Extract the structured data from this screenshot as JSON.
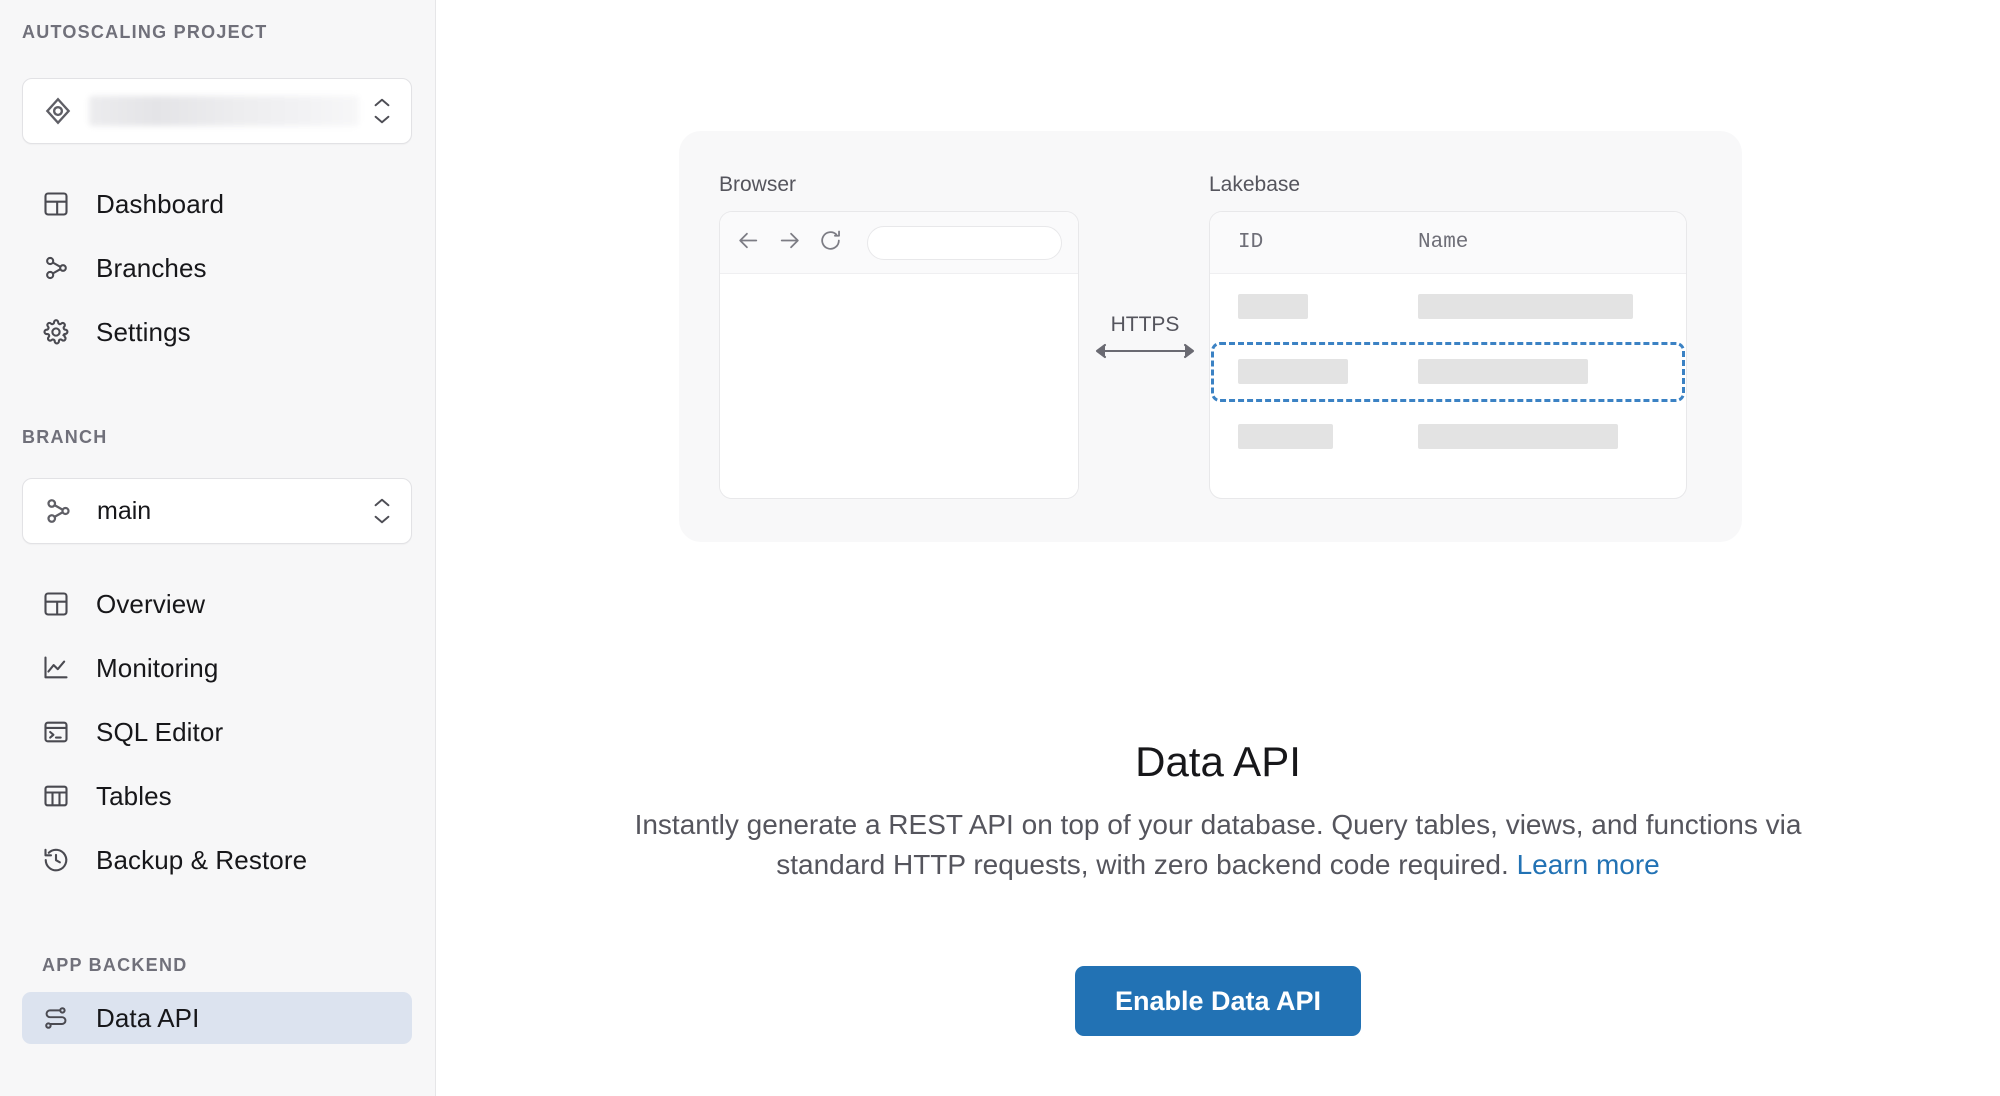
{
  "sidebar": {
    "project_section_label": "AUTOSCALING PROJECT",
    "project_selector": {
      "icon": "project-node-icon",
      "value": "",
      "redacted": true
    },
    "primary_items": [
      {
        "label": "Dashboard",
        "icon": "layout-dashboard-icon",
        "selected": false
      },
      {
        "label": "Branches",
        "icon": "git-branch-icon",
        "selected": false
      },
      {
        "label": "Settings",
        "icon": "gear-icon",
        "selected": false
      }
    ],
    "branch_section_label": "BRANCH",
    "branch_selector": {
      "icon": "git-branch-icon",
      "value": "main"
    },
    "branch_items": [
      {
        "label": "Overview",
        "icon": "layout-dashboard-icon",
        "selected": false
      },
      {
        "label": "Monitoring",
        "icon": "line-chart-icon",
        "selected": false
      },
      {
        "label": "SQL Editor",
        "icon": "terminal-icon",
        "selected": false
      },
      {
        "label": "Tables",
        "icon": "table-icon",
        "selected": false
      },
      {
        "label": "Backup & Restore",
        "icon": "history-clock-icon",
        "selected": false
      }
    ],
    "backend_section_label": "APP BACKEND",
    "backend_items": [
      {
        "label": "Data API",
        "icon": "data-api-nodes-icon",
        "selected": true
      }
    ]
  },
  "main": {
    "illustration": {
      "browser_label": "Browser",
      "lakebase_label": "Lakebase",
      "connector_label": "HTTPS",
      "table": {
        "columns": [
          "ID",
          "Name"
        ],
        "rows": [
          {
            "highlighted": false
          },
          {
            "highlighted": true
          },
          {
            "highlighted": false
          }
        ]
      }
    },
    "title": "Data API",
    "description_part1": "Instantly generate a REST API on top of your database. Query tables, views, and functions via standard HTTP requests, with zero backend code required.",
    "learn_more_label": "Learn more",
    "cta_label": "Enable Data API"
  },
  "colors": {
    "accent_blue": "#2272b4",
    "dashed_highlight": "#3b82c4",
    "sidebar_bg": "#f7f7f8",
    "selected_item_bg": "#dce3ef",
    "card_bg": "#f8f8f9",
    "skeleton": "#e3e3e3"
  }
}
